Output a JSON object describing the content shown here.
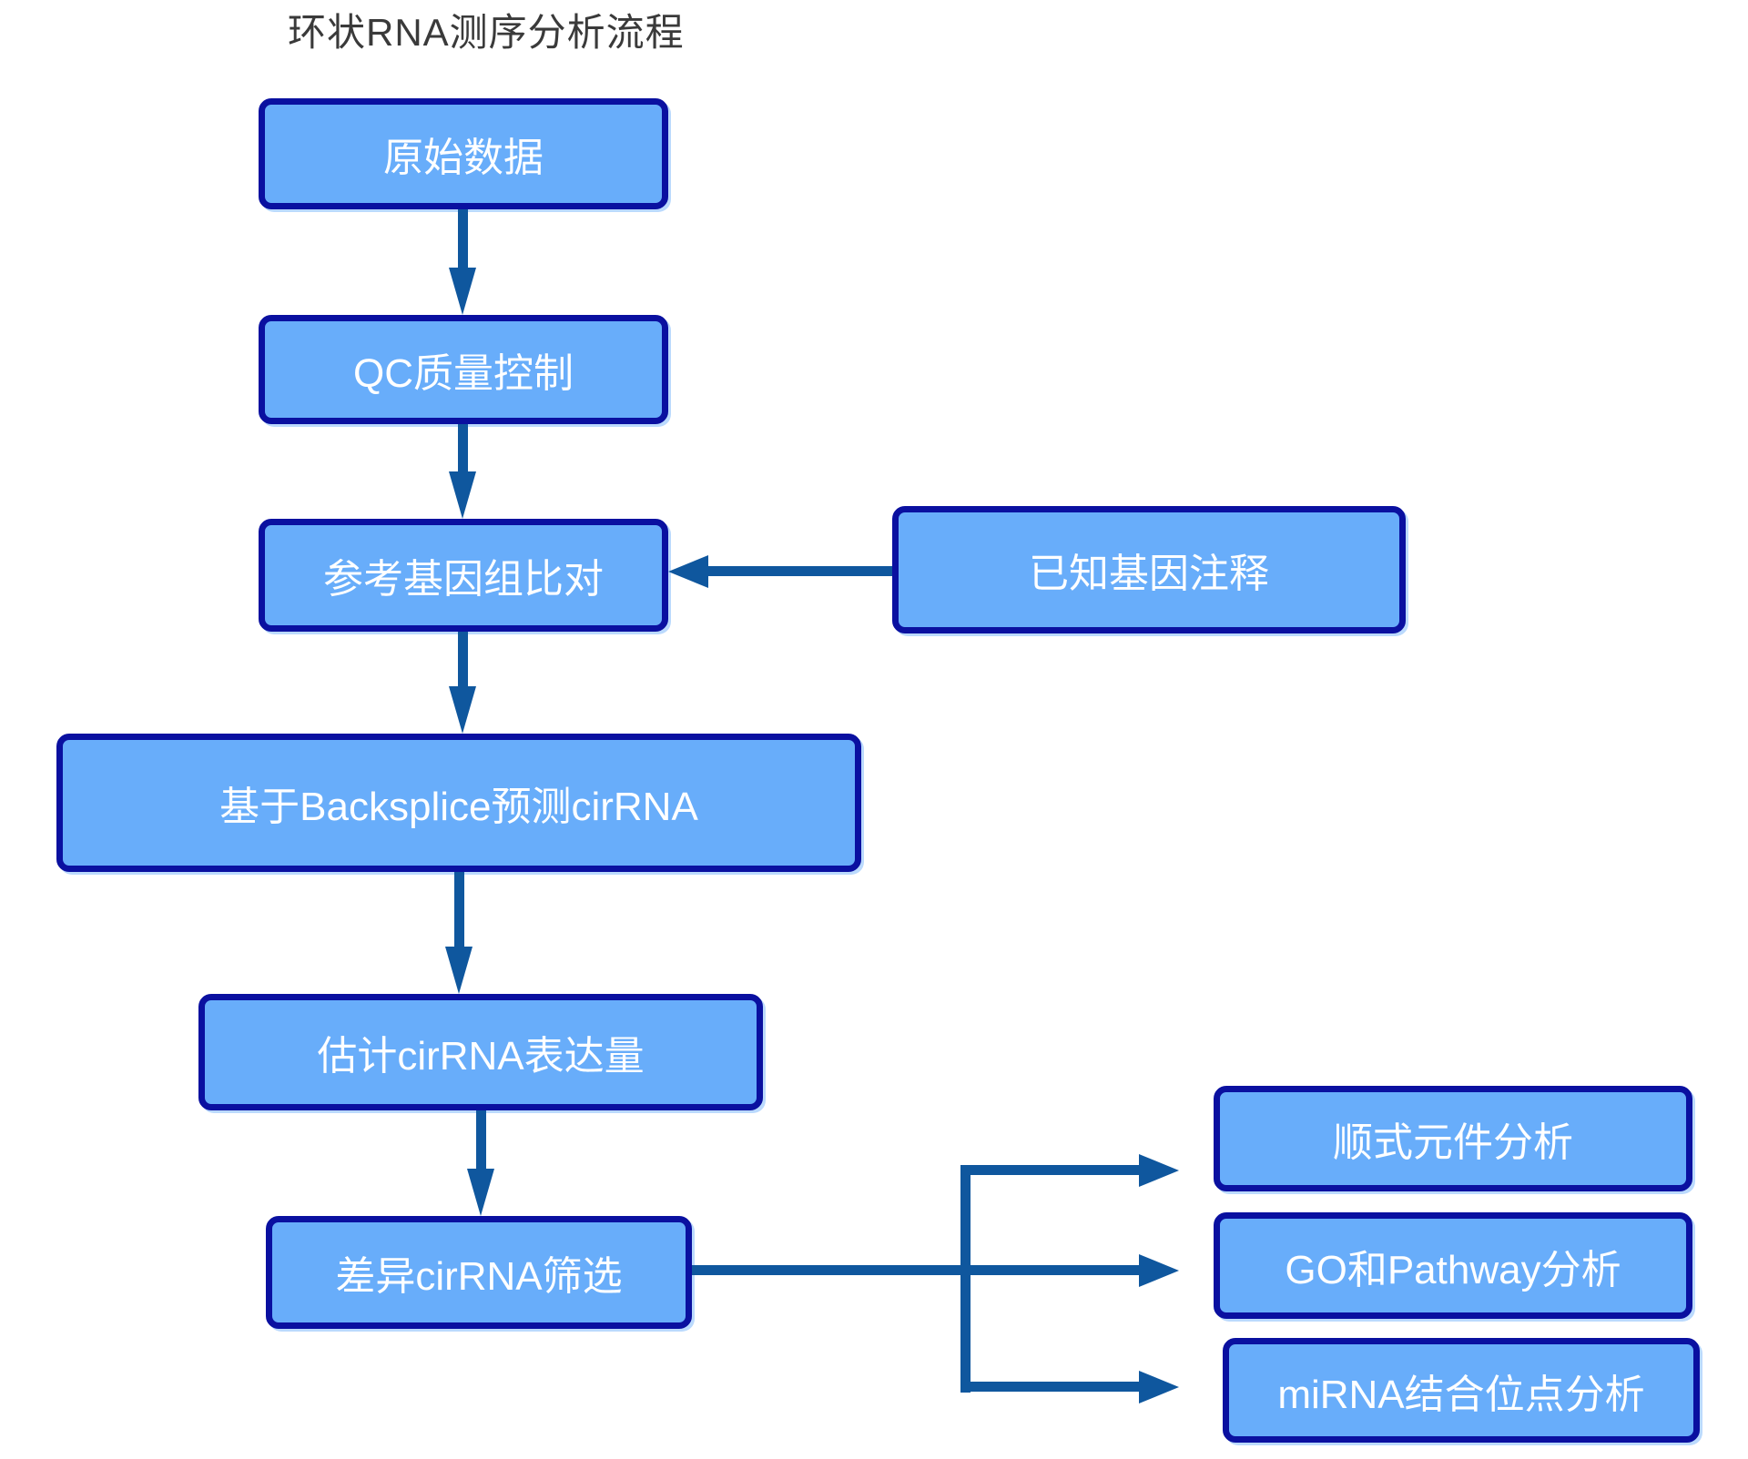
{
  "title": "环状RNA测序分析流程",
  "flowchart": {
    "nodes": {
      "raw": {
        "label": "原始数据"
      },
      "qc": {
        "label": "QC质量控制"
      },
      "align": {
        "label": "参考基因组比对"
      },
      "annotation": {
        "label": "已知基因注释"
      },
      "backsplice": {
        "label": "基于Backsplice预测cirRNA"
      },
      "expression": {
        "label": "估计cirRNA表达量"
      },
      "diff": {
        "label": "差异cirRNA筛选"
      },
      "cis": {
        "label": "顺式元件分析"
      },
      "go_pathway": {
        "label": "GO和Pathway分析"
      },
      "mirna": {
        "label": "miRNA结合位点分析"
      }
    },
    "edges": [
      {
        "from": "raw",
        "to": "qc"
      },
      {
        "from": "qc",
        "to": "align"
      },
      {
        "from": "annotation",
        "to": "align"
      },
      {
        "from": "align",
        "to": "backsplice"
      },
      {
        "from": "backsplice",
        "to": "expression"
      },
      {
        "from": "expression",
        "to": "diff"
      },
      {
        "from": "diff",
        "to": "cis"
      },
      {
        "from": "diff",
        "to": "go_pathway"
      },
      {
        "from": "diff",
        "to": "mirna"
      }
    ]
  },
  "colors": {
    "box_fill": "#68ADFA",
    "box_border": "#0A10A0",
    "arrow": "#0F579E",
    "title_text": "#3A3A3A",
    "box_text": "#FFFFFF",
    "background": "#FFFFFF"
  }
}
